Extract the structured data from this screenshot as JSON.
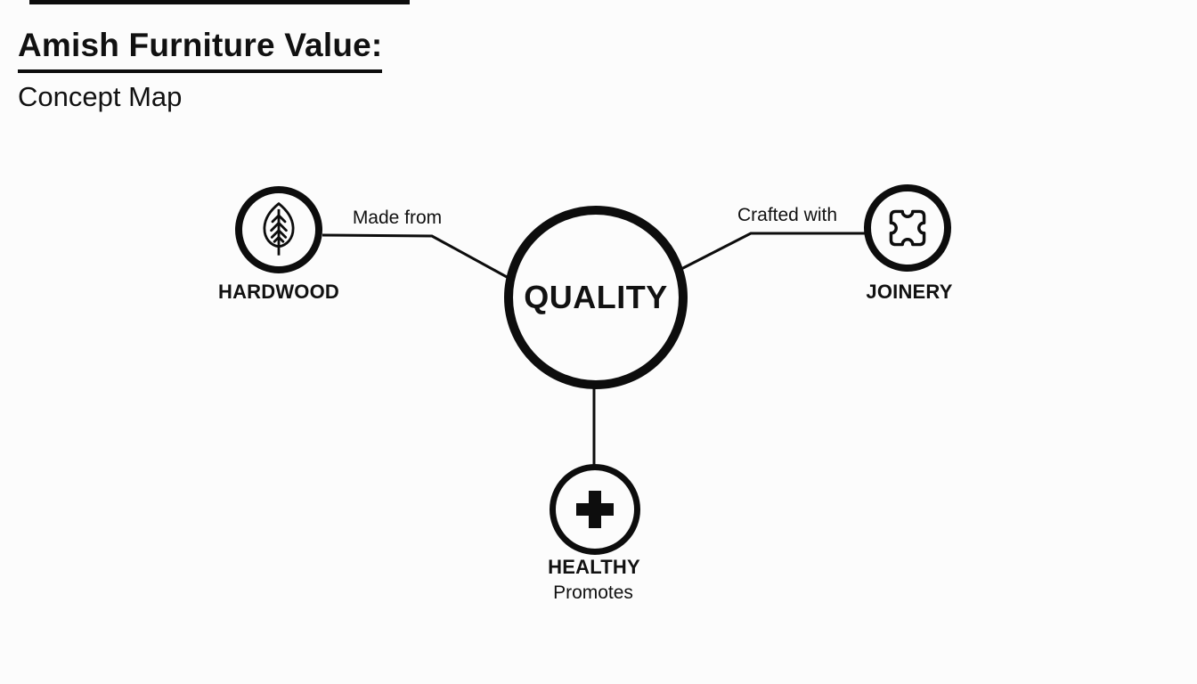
{
  "header": {
    "title": "Amish Furniture Value:",
    "subtitle": "Concept Map"
  },
  "map": {
    "center": {
      "id": "quality",
      "label": "QUALITY"
    },
    "nodes": [
      {
        "id": "hardwood",
        "label": "HARDWOOD",
        "icon": "leaf-icon",
        "edge_label": "Made from",
        "position": "left"
      },
      {
        "id": "joinery",
        "label": "JOINERY",
        "icon": "puzzle-icon",
        "edge_label": "Crafted with",
        "position": "right"
      },
      {
        "id": "healthy",
        "label": "HEALTHY",
        "icon": "plus-icon",
        "edge_label": "Promotes",
        "position": "bottom"
      }
    ]
  },
  "colors": {
    "ink": "#111111",
    "line": "#0d0d0d",
    "background": "#fcfcfc"
  }
}
